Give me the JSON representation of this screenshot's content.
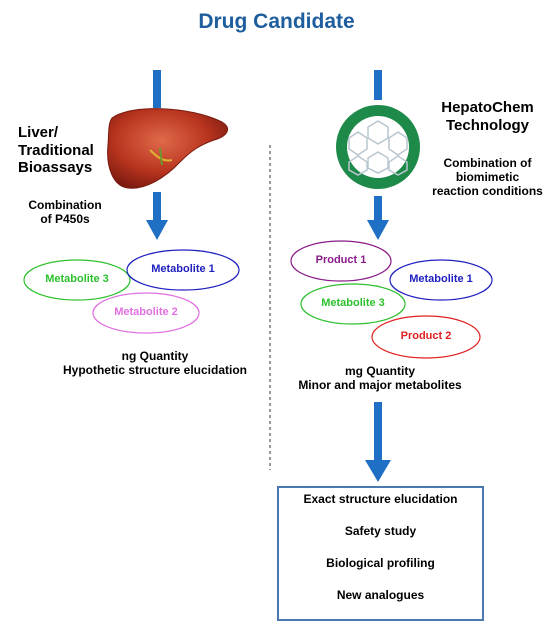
{
  "title": "Drug Candidate",
  "left": {
    "heading": "Liver/\nTraditional\nBioassays",
    "method": "Combination\nof P450s",
    "metabolites": [
      "Metabolite 3",
      "Metabolite 1",
      "Metabolite 2"
    ],
    "result": "ng Quantity\nHypothetic structure  elucidation"
  },
  "right": {
    "heading": "HepatoChem\nTechnology",
    "method": "Combination of\nbiomimetic\nreaction conditions",
    "products": [
      "Product 1",
      "Metabolite 1",
      "Metabolite 3",
      "Product 2"
    ],
    "result": "mg Quantity\nMinor and major metabolites",
    "outcomes": [
      "Exact structure  elucidation",
      "Safety study",
      "Biological profiling",
      "New analogues"
    ]
  },
  "colors": {
    "title": "#1f5e9e",
    "arrow": "#1f6fc4",
    "metabolite_3": "#2ec02e",
    "metabolite_1": "#2020c0",
    "metabolite_2": "#e070e0",
    "product_1": "#8a1a8a",
    "product_2": "#e02020",
    "box_border": "#4a78b0",
    "liver": "#b8341e",
    "logo": "#1e8a4a"
  },
  "icons": [
    "liver-icon",
    "hepatochem-logo-icon",
    "down-arrow-icon"
  ]
}
